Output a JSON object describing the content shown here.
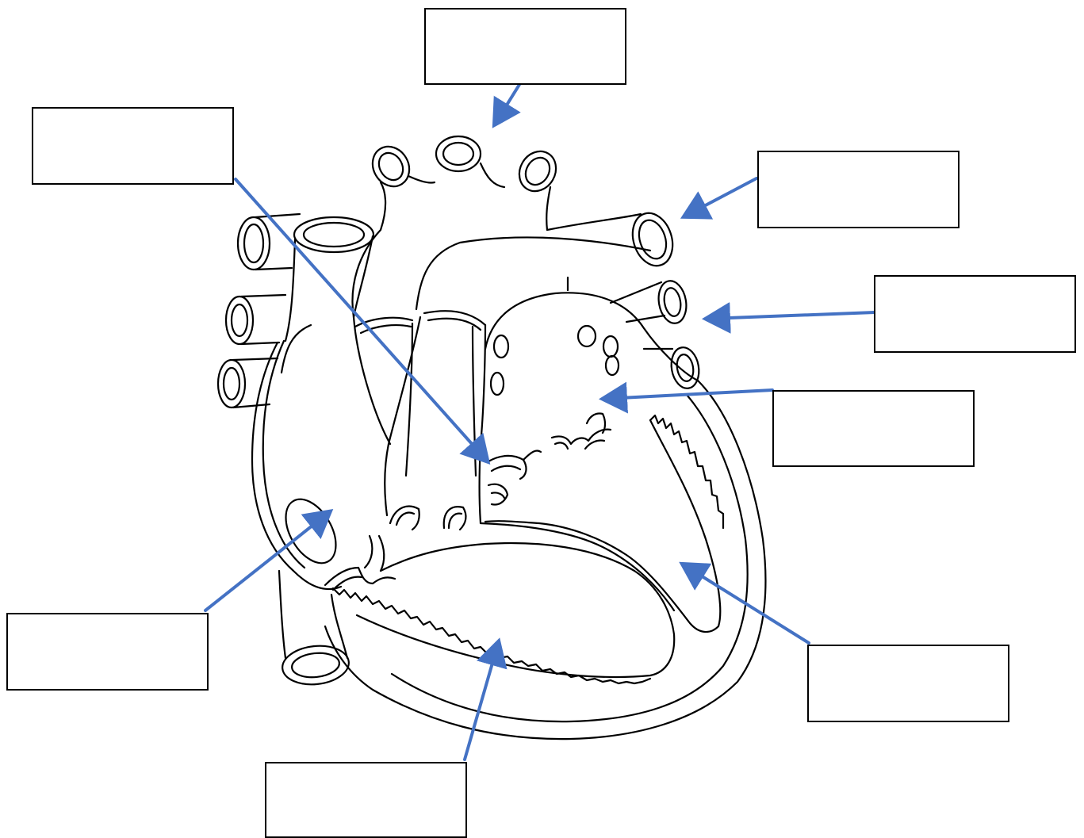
{
  "diagram": {
    "labels": [
      {
        "id": "top-center",
        "text": ""
      },
      {
        "id": "top-left",
        "text": ""
      },
      {
        "id": "right-1",
        "text": ""
      },
      {
        "id": "right-2",
        "text": ""
      },
      {
        "id": "right-3",
        "text": ""
      },
      {
        "id": "bottom-left",
        "text": ""
      },
      {
        "id": "bottom-right",
        "text": ""
      },
      {
        "id": "bottom-center",
        "text": ""
      }
    ],
    "colors": {
      "outline": "#000000",
      "arrow": "#4472C4",
      "background": "#ffffff",
      "box_border": "#000000"
    }
  }
}
